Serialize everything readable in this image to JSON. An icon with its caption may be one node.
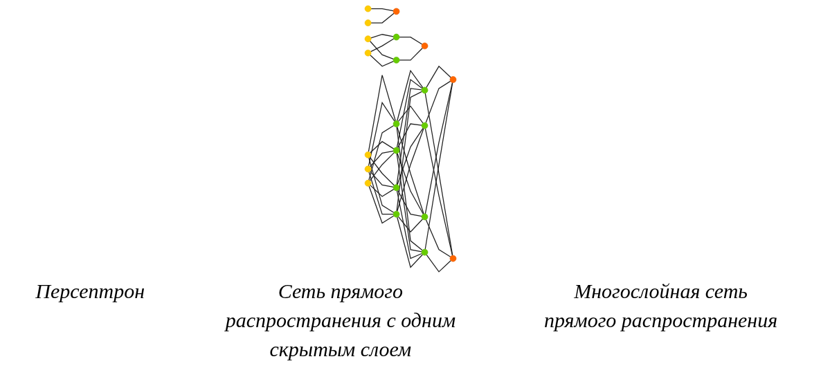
{
  "diagram": {
    "nodes": [
      {
        "text": [],
        "shape": "circle"
      },
      {
        "text": [],
        "shape": "circle"
      },
      {
        "text": [],
        "shape": "circle"
      },
      {
        "text": [],
        "shape": "circle"
      },
      {
        "text": [],
        "shape": "circle"
      },
      {
        "text": [],
        "shape": "circle"
      },
      {
        "text": [],
        "shape": "circle"
      },
      {
        "text": [],
        "shape": "circle"
      },
      {
        "text": [],
        "shape": "circle"
      },
      {
        "text": [],
        "shape": "circle"
      },
      {
        "text": [],
        "shape": "circle"
      },
      {
        "text": [],
        "shape": "circle"
      },
      {
        "text": [],
        "shape": "circle"
      },
      {
        "text": [],
        "shape": "circle"
      },
      {
        "text": [],
        "shape": "circle"
      },
      {
        "text": [],
        "shape": "circle"
      },
      {
        "text": [],
        "shape": "circle"
      },
      {
        "text": [],
        "shape": "circle"
      },
      {
        "text": [],
        "shape": "circle"
      },
      {
        "text": [],
        "shape": "circle"
      },
      {
        "text": [],
        "shape": "circle"
      }
    ],
    "edges": [
      {
        "from": 0,
        "to": 2,
        "arrow": "none"
      },
      {
        "from": 1,
        "to": 2,
        "arrow": "none"
      },
      {
        "from": 3,
        "to": 5,
        "arrow": "none"
      },
      {
        "from": 3,
        "to": 6,
        "arrow": "none"
      },
      {
        "from": 4,
        "to": 5,
        "arrow": "none"
      },
      {
        "from": 4,
        "to": 6,
        "arrow": "none"
      },
      {
        "from": 5,
        "to": 7,
        "arrow": "none"
      },
      {
        "from": 6,
        "to": 7,
        "arrow": "none"
      },
      {
        "from": 8,
        "to": 11,
        "arrow": "none"
      },
      {
        "from": 8,
        "to": 12,
        "arrow": "none"
      },
      {
        "from": 8,
        "to": 13,
        "arrow": "none"
      },
      {
        "from": 8,
        "to": 14,
        "arrow": "none"
      },
      {
        "from": 9,
        "to": 11,
        "arrow": "none"
      },
      {
        "from": 9,
        "to": 12,
        "arrow": "none"
      },
      {
        "from": 9,
        "to": 13,
        "arrow": "none"
      },
      {
        "from": 9,
        "to": 14,
        "arrow": "none"
      },
      {
        "from": 10,
        "to": 11,
        "arrow": "none"
      },
      {
        "from": 10,
        "to": 12,
        "arrow": "none"
      },
      {
        "from": 10,
        "to": 13,
        "arrow": "none"
      },
      {
        "from": 10,
        "to": 14,
        "arrow": "none"
      },
      {
        "from": 11,
        "to": 15,
        "arrow": "none"
      },
      {
        "from": 11,
        "to": 16,
        "arrow": "none"
      },
      {
        "from": 11,
        "to": 17,
        "arrow": "none"
      },
      {
        "from": 11,
        "to": 18,
        "arrow": "none"
      },
      {
        "from": 12,
        "to": 15,
        "arrow": "none"
      },
      {
        "from": 12,
        "to": 16,
        "arrow": "none"
      },
      {
        "from": 12,
        "to": 17,
        "arrow": "none"
      },
      {
        "from": 12,
        "to": 18,
        "arrow": "none"
      },
      {
        "from": 13,
        "to": 15,
        "arrow": "none"
      },
      {
        "from": 13,
        "to": 16,
        "arrow": "none"
      },
      {
        "from": 13,
        "to": 17,
        "arrow": "none"
      },
      {
        "from": 13,
        "to": 18,
        "arrow": "none"
      },
      {
        "from": 14,
        "to": 15,
        "arrow": "none"
      },
      {
        "from": 14,
        "to": 16,
        "arrow": "none"
      },
      {
        "from": 14,
        "to": 17,
        "arrow": "none"
      },
      {
        "from": 14,
        "to": 18,
        "arrow": "none"
      },
      {
        "from": 15,
        "to": 19,
        "arrow": "none"
      },
      {
        "from": 15,
        "to": 20,
        "arrow": "none"
      },
      {
        "from": 16,
        "to": 19,
        "arrow": "none"
      },
      {
        "from": 16,
        "to": 20,
        "arrow": "none"
      },
      {
        "from": 17,
        "to": 19,
        "arrow": "none"
      },
      {
        "from": 17,
        "to": 20,
        "arrow": "none"
      },
      {
        "from": 18,
        "to": 19,
        "arrow": "none"
      },
      {
        "from": 18,
        "to": 20,
        "arrow": "none"
      }
    ],
    "labels": [
      "Персептрон",
      "Сеть прямого распространения с одним скрытым слоем",
      "Многослойная сеть прямого распространения"
    ]
  }
}
